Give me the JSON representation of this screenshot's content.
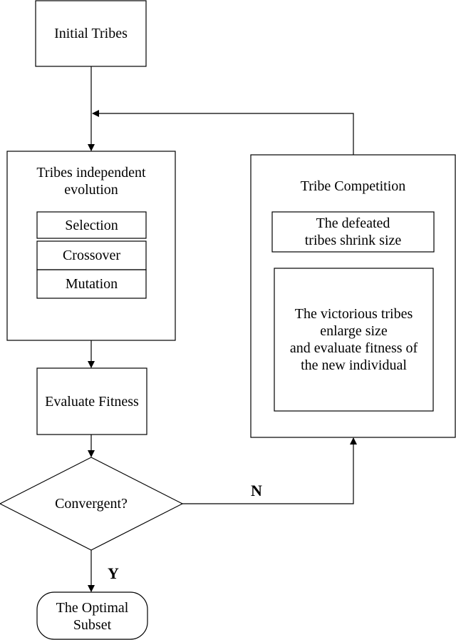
{
  "nodes": {
    "initial_tribes": "Initial Tribes",
    "tribes_evolution": "Tribes independent\nevolution",
    "selection": "Selection",
    "crossover": "Crossover",
    "mutation": "Mutation",
    "evaluate_fitness": "Evaluate Fitness",
    "convergent": "Convergent?",
    "optimal_subset": "The Optimal\nSubset",
    "tribe_competition": "Tribe Competition",
    "defeated_tribes": "The defeated\ntribes shrink size",
    "victorious_tribes": "The victorious tribes\nenlarge size\nand evaluate fitness of\nthe new individual"
  },
  "edges": {
    "no_label": "N",
    "yes_label": "Y"
  }
}
